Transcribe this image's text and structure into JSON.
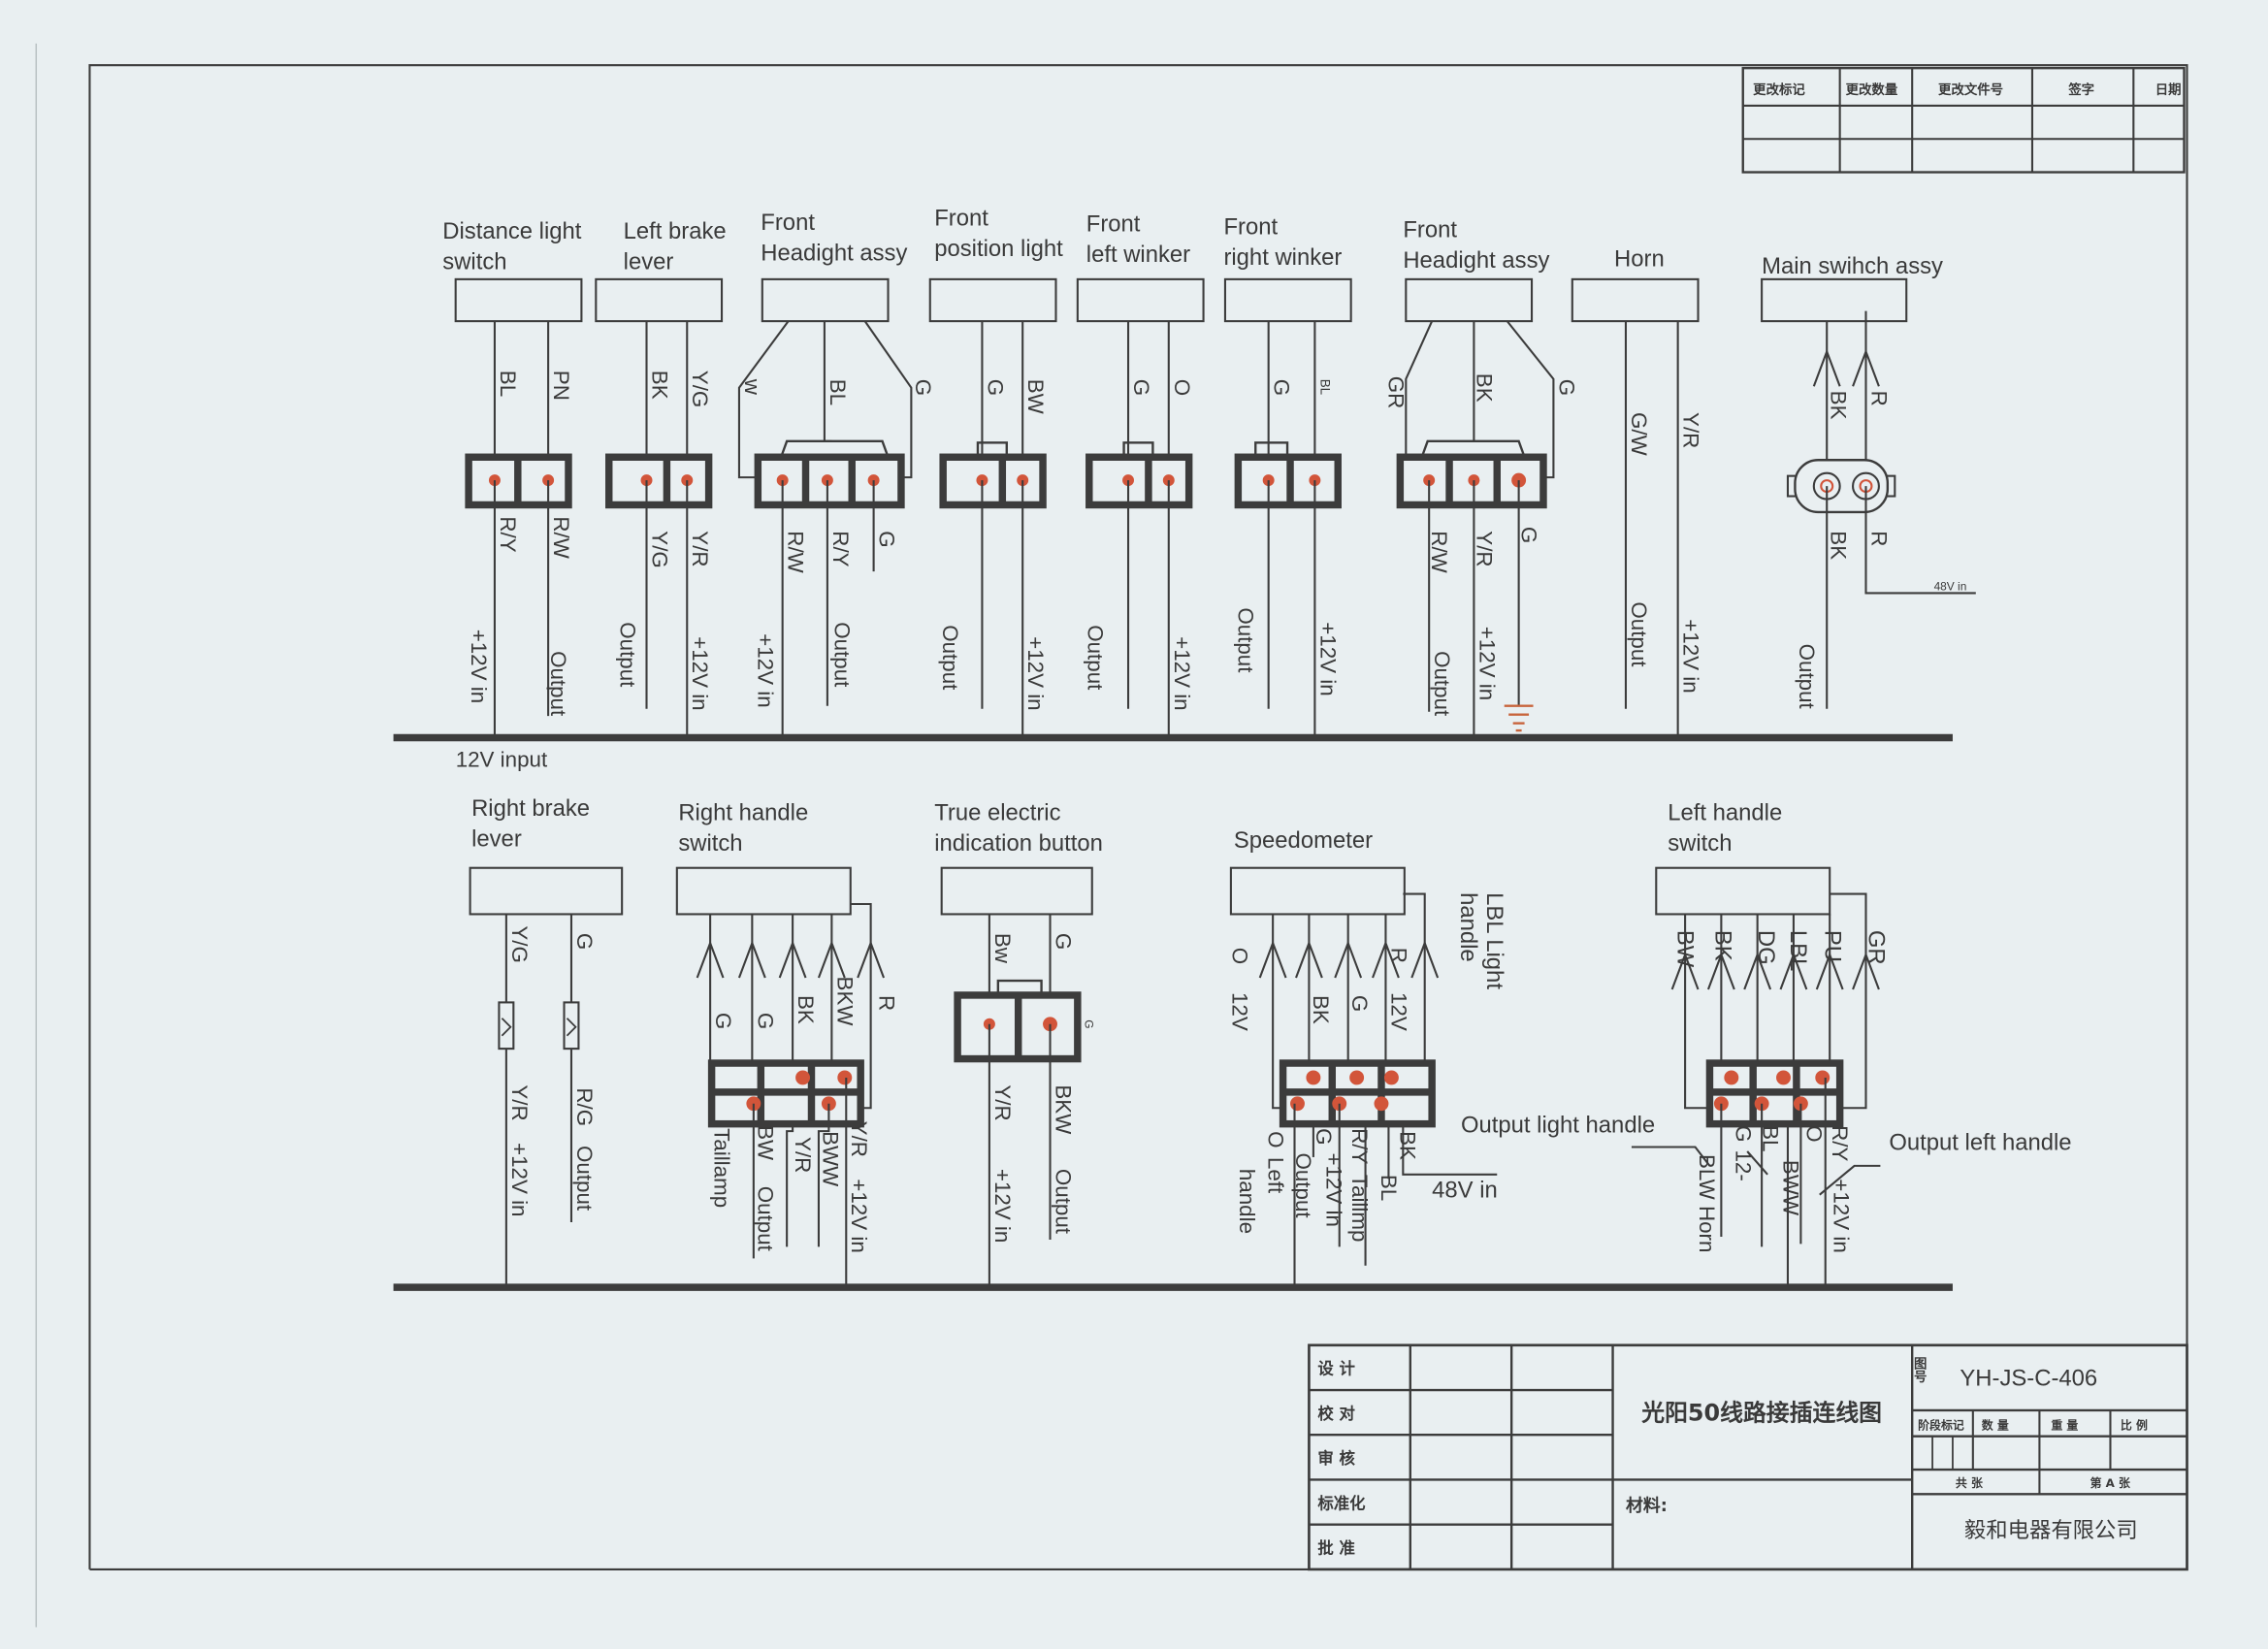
{
  "revision_table": {
    "headers": [
      "更改标记",
      "更改数量",
      "更改文件号",
      "签字",
      "日期"
    ]
  },
  "bus": {
    "label": "12V input"
  },
  "top": [
    {
      "title": [
        "Distance light",
        "switch"
      ],
      "top": [
        "BL",
        "PN"
      ],
      "bottom": [
        "R/Y",
        "R/W"
      ],
      "notes": [
        "+12V in",
        "Output"
      ]
    },
    {
      "title": [
        "Left brake",
        "lever"
      ],
      "top": [
        "BK",
        "Y/G"
      ],
      "bottom": [
        "Y/G",
        "Y/R"
      ],
      "notes": [
        "Output",
        "+12V in"
      ]
    },
    {
      "title": [
        "Front",
        "Headight assy"
      ],
      "top": [
        "w",
        "BL",
        "G"
      ],
      "bottom": [
        "R/W",
        "R/Y",
        "G"
      ],
      "notes": [
        "+12V in",
        "Output"
      ]
    },
    {
      "title": [
        "Front",
        "position light"
      ],
      "top": [
        "G",
        "BW"
      ],
      "notes": [
        "Output",
        "+12V in"
      ]
    },
    {
      "title": [
        "Front",
        "left winker"
      ],
      "top": [
        "G",
        "O"
      ],
      "notes": [
        "Output",
        "+12V in"
      ]
    },
    {
      "title": [
        "Front",
        "right winker"
      ],
      "top": [
        "G",
        "BL"
      ],
      "notes": [
        "Output",
        "+12V in"
      ]
    },
    {
      "title": [
        "Front",
        "Headight assy"
      ],
      "top": [
        "GR",
        "BK",
        "G"
      ],
      "bottom": [
        "R/W",
        "Y/R",
        "G"
      ],
      "notes": [
        "Output",
        "+12V in"
      ]
    },
    {
      "title": [
        "Horn"
      ],
      "top": [
        "G/W",
        "Y/R"
      ],
      "notes": [
        "Output",
        "+12V in"
      ]
    },
    {
      "title": [
        "Main swihch assy"
      ],
      "top": [
        "BK",
        "R"
      ],
      "bottom": [
        "BK",
        "R"
      ],
      "notes": [
        "Output"
      ],
      "supply": "48V in"
    }
  ],
  "bottom": [
    {
      "title": [
        "Right brake",
        "lever"
      ],
      "top": [
        "Y/G",
        "G"
      ],
      "bottom": [
        "Y/R",
        "R/G"
      ],
      "notes": [
        "+12V in",
        "Output"
      ]
    },
    {
      "title": [
        "Right handle",
        "switch"
      ],
      "top": [
        "G",
        "G",
        "BK",
        "BKW",
        "R"
      ],
      "bottom": [
        "Taillamp",
        "BW",
        "Output",
        "Y/R",
        "BWW",
        "Y/R",
        "+12V in"
      ]
    },
    {
      "title": [
        "True electric",
        "indication button"
      ],
      "top": [
        "Bw",
        "G"
      ],
      "pin_label": "G",
      "bottom": [
        "Y/R",
        "BKW"
      ],
      "notes": [
        "+12V in",
        "Output"
      ]
    },
    {
      "title": [
        "Speedometer"
      ],
      "top": [
        "O",
        "12V",
        "BK",
        "G",
        "R",
        "12V"
      ],
      "side": [
        "LBL Light",
        "handle"
      ],
      "bottom": [
        "O",
        "Left",
        "handle",
        "G",
        "Output",
        "+12V in",
        "R/Y",
        "Taillmp",
        "BL",
        "BK"
      ],
      "supply": "48V in",
      "callout": "Output light handle"
    },
    {
      "title": [
        "Left handle",
        "switch"
      ],
      "top": [
        "BW",
        "BK",
        "DG",
        "LBL",
        "PU",
        "GR"
      ],
      "bottom": [
        "BLW Horn",
        "G",
        "12-",
        "BL",
        "BWW",
        "O",
        "R/Y",
        "+12V in"
      ],
      "callout": "Output left handle"
    }
  ],
  "title_block": {
    "roles": [
      "设  计",
      "校  对",
      "审  核",
      "标准化",
      "批  准"
    ],
    "drawing_title": "光阳50线路接插连线图",
    "material_label": "材料:",
    "number_label": "图号",
    "drawing_number": "YH-JS-C-406",
    "sub_headers": [
      "阶段标记",
      "数 量",
      "重 量",
      "比 例"
    ],
    "sheet_total": "共    张",
    "sheet_current": "第   A   张",
    "company": "毅和电器有限公司"
  },
  "colors": {
    "ink": "#3c3c3c",
    "pin": "#d2553a",
    "paper": "#e9eff1"
  }
}
